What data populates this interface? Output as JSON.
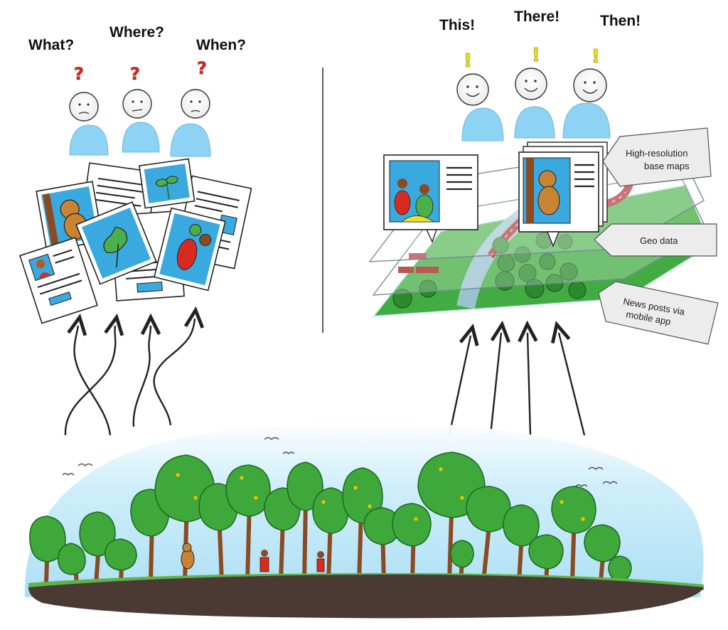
{
  "left": {
    "questions": [
      {
        "label": "What?",
        "mark": "?"
      },
      {
        "label": "Where?",
        "mark": "?"
      },
      {
        "label": "When?",
        "mark": "?"
      }
    ]
  },
  "right": {
    "answers": [
      {
        "label": "This!",
        "mark": "!"
      },
      {
        "label": "There!",
        "mark": "!"
      },
      {
        "label": "Then!",
        "mark": "!"
      }
    ],
    "layer_tags": [
      {
        "line1": "High-resolution",
        "line2": "base maps"
      },
      {
        "line1": "Geo data",
        "line2": ""
      },
      {
        "line1": "News posts via",
        "line2": "mobile app"
      }
    ]
  },
  "colors": {
    "person_body": "#8fd3f4",
    "question_mark": "#d92a20",
    "exclamation": "#f2e600",
    "forest_green": "#3fa83a",
    "tree_trunk": "#8a4b22",
    "soil": "#4a3a33",
    "sky": "#c9ecf9",
    "map_green": "#3caa3c",
    "river": "#9fc4d8",
    "road": "#a32020"
  }
}
